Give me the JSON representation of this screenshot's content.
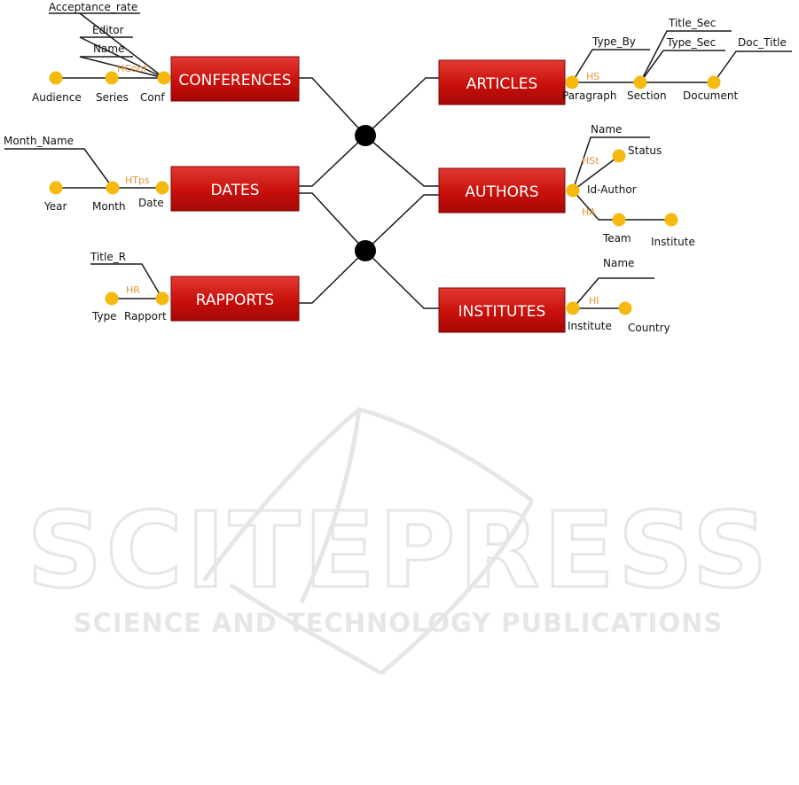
{
  "colors": {
    "fact_fill": "#c8100b",
    "fact_fill_light": "#e23a34",
    "node": "#f5b90f",
    "hierarchy_label": "#e8943a",
    "line": "#1a1a1a",
    "junction": "#000000",
    "watermark": "#e6e6e6"
  },
  "facts": {
    "conferences": "CONFERENCES",
    "dates": "DATES",
    "rapports": "RAPPORTS",
    "articles": "ARTICLES",
    "authors": "AUTHORS",
    "institutes": "INSTITUTES"
  },
  "conferences_dim": {
    "hierarchy": "HConf",
    "levels": [
      "Audience",
      "Series",
      "Conf"
    ],
    "attributes": [
      "Acceptance_rate",
      "Editor",
      "Name"
    ]
  },
  "dates_dim": {
    "hierarchy": "HTps",
    "levels": [
      "Year",
      "Month",
      "Date"
    ],
    "attributes": [
      "Month_Name"
    ]
  },
  "rapports_dim": {
    "hierarchy": "HR",
    "levels": [
      "Type",
      "Rapport"
    ],
    "attributes": [
      "Title_R"
    ]
  },
  "articles_dim": {
    "hierarchy": "HS",
    "levels": [
      "Paragraph",
      "Section",
      "Document"
    ],
    "attributes": [
      "Type_By",
      "Title_Sec",
      "Type_Sec",
      "Doc_Title"
    ]
  },
  "authors_dim": {
    "hierarchies": [
      "HSt",
      "HA"
    ],
    "levels": [
      "Id-Author",
      "Status",
      "Team",
      "Institute"
    ],
    "attributes": [
      "Name"
    ]
  },
  "institutes_dim": {
    "hierarchy": "HI",
    "levels": [
      "Institute",
      "Country"
    ],
    "attributes": [
      "Name"
    ]
  },
  "watermark": {
    "title": "SCITEPRESS",
    "subtitle": "SCIENCE AND TECHNOLOGY PUBLICATIONS"
  }
}
